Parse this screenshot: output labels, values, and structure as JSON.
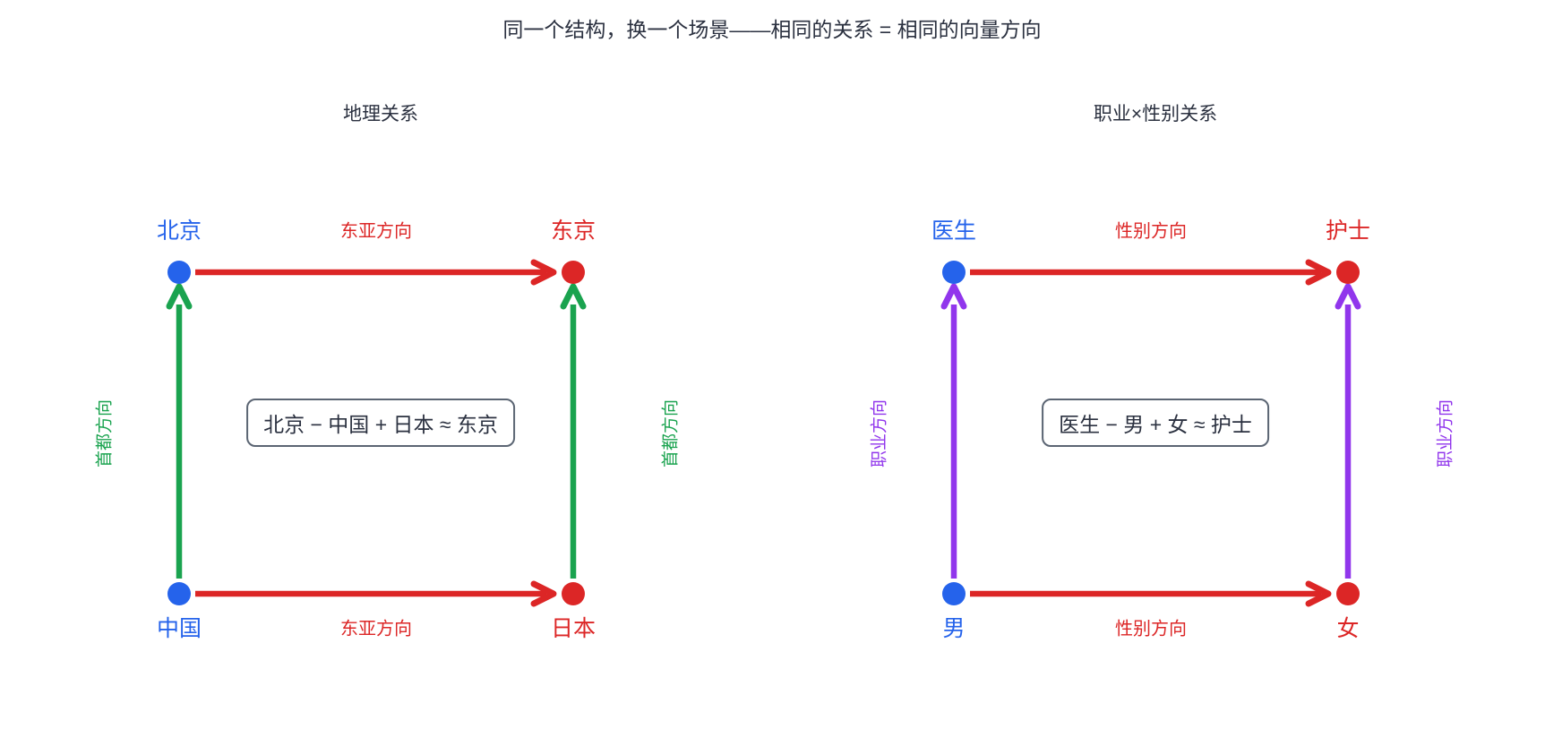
{
  "title": "同一个结构，换一个场景——相同的关系 = 相同的向量方向",
  "colors": {
    "blue": "#2563eb",
    "red": "#dc2626",
    "green": "#1aa34f",
    "purple": "#9136ec",
    "ink": "#2b3140",
    "box_border": "#5b6573",
    "background": "#ffffff"
  },
  "panels": [
    {
      "subtitle": "地理关系",
      "nodes": {
        "top_left": {
          "label": "北京",
          "color": "blue"
        },
        "top_right": {
          "label": "东京",
          "color": "red"
        },
        "bottom_left": {
          "label": "中国",
          "color": "blue"
        },
        "bottom_right": {
          "label": "日本",
          "color": "red"
        }
      },
      "edges": {
        "top": "东亚方向",
        "bottom": "东亚方向",
        "left": "首都方向",
        "right": "首都方向"
      },
      "equation": "北京 − 中国 + 日本 ≈ 东京"
    },
    {
      "subtitle": "职业×性别关系",
      "nodes": {
        "top_left": {
          "label": "医生",
          "color": "blue"
        },
        "top_right": {
          "label": "护士",
          "color": "red"
        },
        "bottom_left": {
          "label": "男",
          "color": "blue"
        },
        "bottom_right": {
          "label": "女",
          "color": "red"
        }
      },
      "edges": {
        "top": "性别方向",
        "bottom": "性别方向",
        "left": "职业方向",
        "right": "职业方向"
      },
      "equation": "医生 − 男 + 女 ≈ 护士"
    }
  ]
}
